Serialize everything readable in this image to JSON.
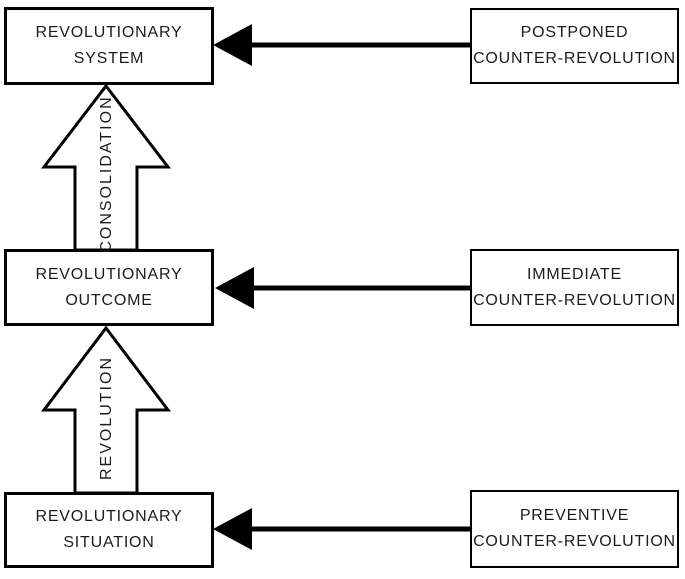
{
  "diagram": {
    "title": "revolution-process-diagram",
    "colors": {
      "background": "#ffffff",
      "stroke": "#000000",
      "text": "#1c1c1c",
      "box_fill": "#ffffff"
    },
    "stage_boxes": [
      {
        "label": "REVOLUTIONARY\nSYSTEM"
      },
      {
        "label": "REVOLUTIONARY\nOUTCOME"
      },
      {
        "label": "REVOLUTIONARY\nSITUATION"
      }
    ],
    "counter_boxes": [
      {
        "label": "POSTPONED\nCOUNTER-REVOLUTION"
      },
      {
        "label": "IMMEDIATE\nCOUNTER-REVOLUTION"
      },
      {
        "label": "PREVENTIVE\nCOUNTER-REVOLUTION"
      }
    ],
    "process_arrows": [
      {
        "label": "CONSOLIDATION",
        "from": "REVOLUTIONARY OUTCOME",
        "to": "REVOLUTIONARY SYSTEM"
      },
      {
        "label": "REVOLUTION",
        "from": "REVOLUTIONARY SITUATION",
        "to": "REVOLUTIONARY OUTCOME"
      }
    ],
    "counter_arrows": [
      {
        "from": "POSTPONED COUNTER-REVOLUTION",
        "to": "REVOLUTIONARY SYSTEM"
      },
      {
        "from": "IMMEDIATE COUNTER-REVOLUTION",
        "to": "REVOLUTIONARY OUTCOME"
      },
      {
        "from": "PREVENTIVE COUNTER-REVOLUTION",
        "to": "REVOLUTIONARY SITUATION"
      }
    ]
  }
}
